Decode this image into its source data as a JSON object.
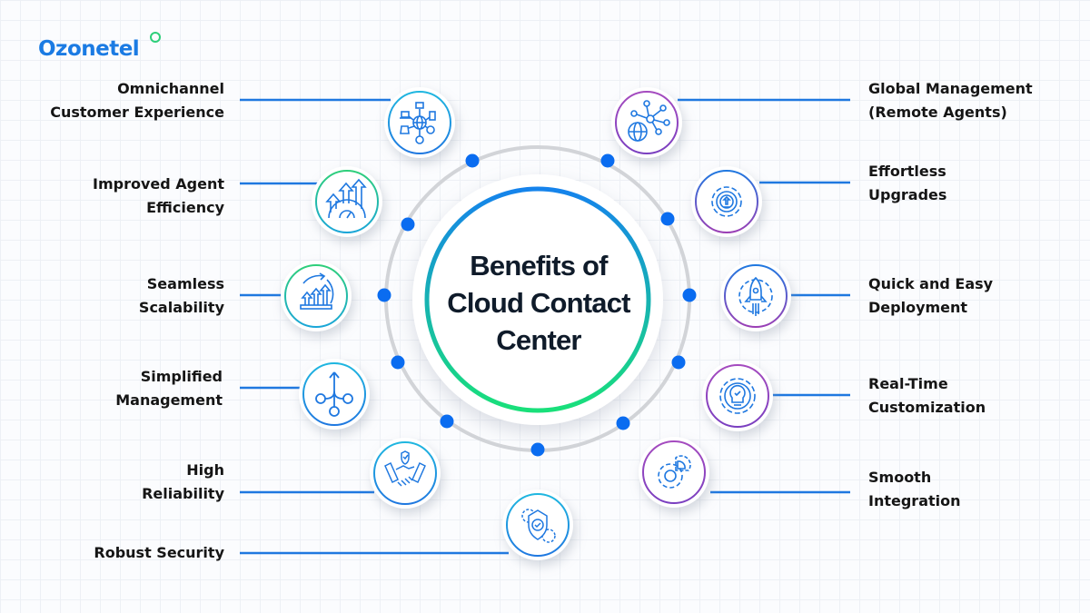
{
  "brand": {
    "name": "Ozonetel",
    "color": "#1b7be3",
    "accent": "#2ecf7a"
  },
  "center": {
    "title_lines": [
      "Benefits of",
      "Cloud Contact",
      "Center"
    ]
  },
  "colors": {
    "connector": "#1f78e0",
    "dot": "#0a6cf0",
    "outer_ring": "#d2d4d8",
    "ring_gradient_top": "#1583ec",
    "ring_gradient_bottom": "#19e07a"
  },
  "left_benefits": [
    {
      "lines": [
        "Omnichannel",
        "Customer Experience"
      ],
      "icon": "omnichannel-network-icon"
    },
    {
      "lines": [
        "Improved Agent",
        "Efficiency"
      ],
      "icon": "efficiency-gauge-arrows-icon"
    },
    {
      "lines": [
        "Seamless",
        "Scalability"
      ],
      "icon": "scalability-growth-arrows-icon"
    },
    {
      "lines": [
        "Simplified",
        "Management"
      ],
      "icon": "merge-flow-icon"
    },
    {
      "lines": [
        "High",
        "Reliability"
      ],
      "icon": "handshake-shield-icon"
    },
    {
      "lines": [
        "Robust Security"
      ],
      "icon": "security-shield-gears-icon"
    }
  ],
  "right_benefits": [
    {
      "lines": [
        "Global Management",
        "(Remote Agents)"
      ],
      "icon": "global-network-icon"
    },
    {
      "lines": [
        "Effortless",
        "Upgrades"
      ],
      "icon": "gear-upgrade-icon"
    },
    {
      "lines": [
        "Quick and Easy",
        "Deployment"
      ],
      "icon": "rocket-gear-icon"
    },
    {
      "lines": [
        "Real-Time",
        "Customization"
      ],
      "icon": "gear-lightbulb-icon"
    },
    {
      "lines": [
        "Smooth",
        "Integration"
      ],
      "icon": "gears-integration-icon"
    }
  ]
}
